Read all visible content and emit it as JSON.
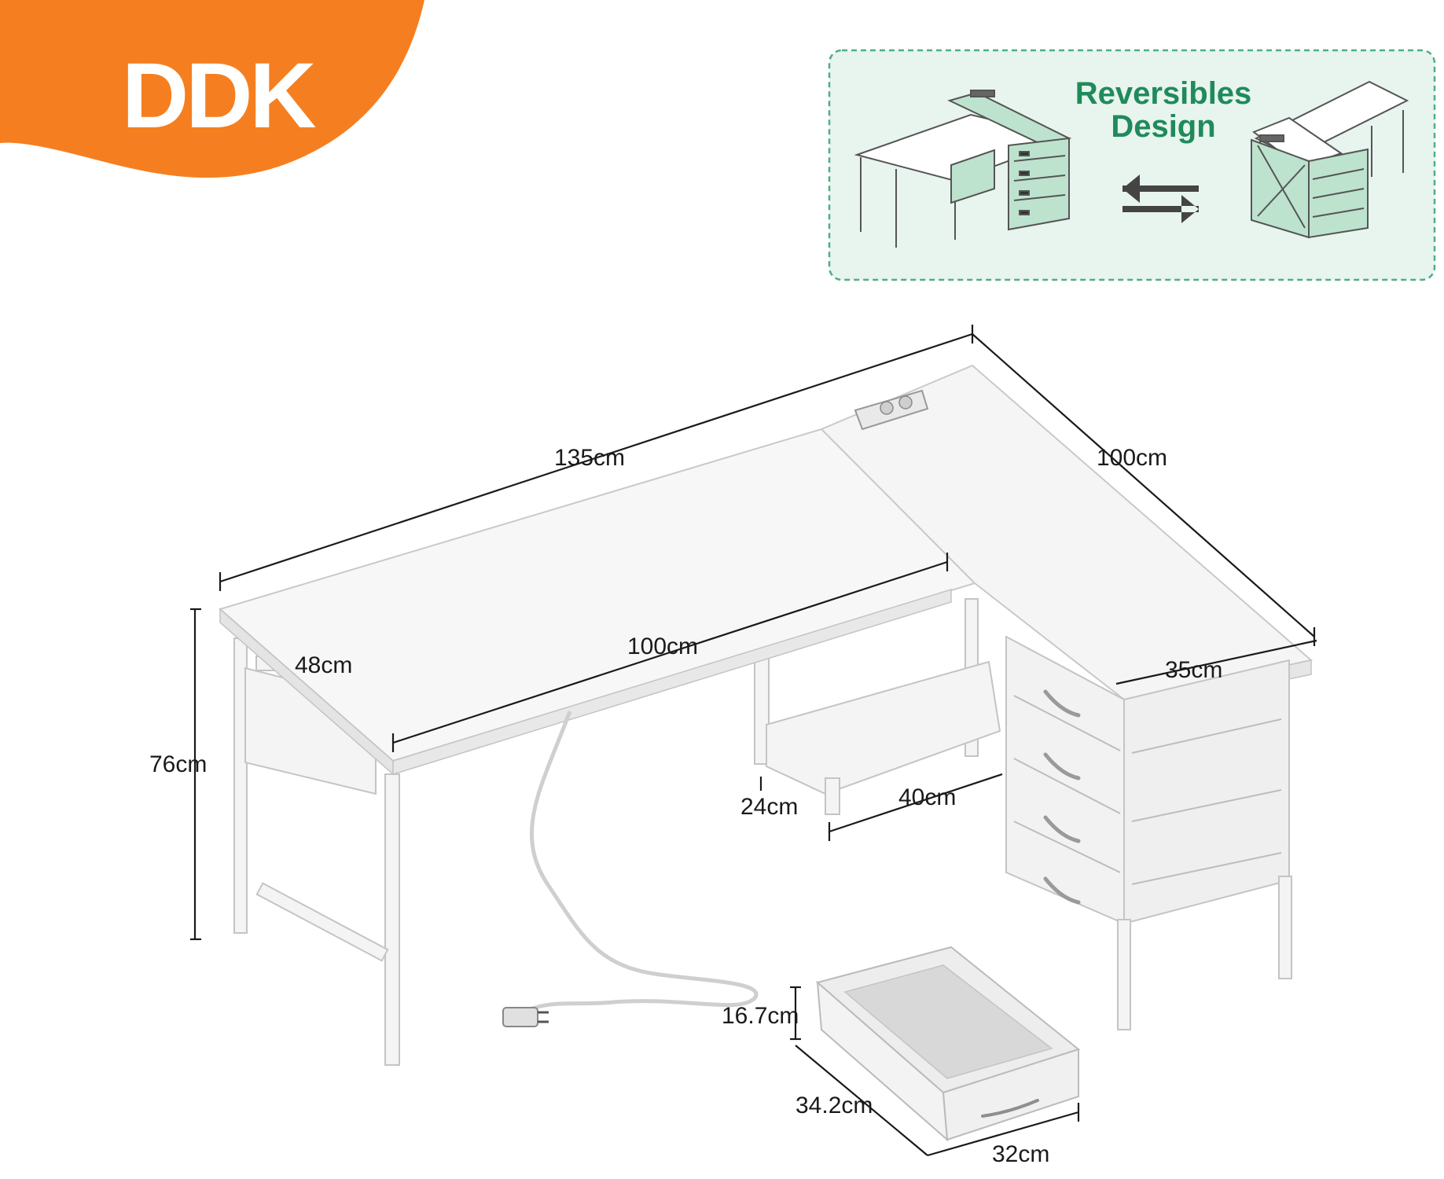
{
  "brand": {
    "logo_text": "DDK",
    "color": "#f57f20"
  },
  "reversible": {
    "line1": "Reversibles",
    "line2": "Design",
    "color": "#1f8a5b",
    "panel_bg": "#e8f4ee",
    "panel_border": "#4fae86"
  },
  "dimensions": {
    "length_main": "135cm",
    "length_side": "100cm",
    "inner_length": "100cm",
    "depth_main": "48cm",
    "height": "76cm",
    "depth_side": "35cm",
    "shelf_depth": "24cm",
    "shelf_width": "40cm",
    "drawer_height": "16.7cm",
    "drawer_length": "34.2cm",
    "drawer_width": "32cm"
  }
}
